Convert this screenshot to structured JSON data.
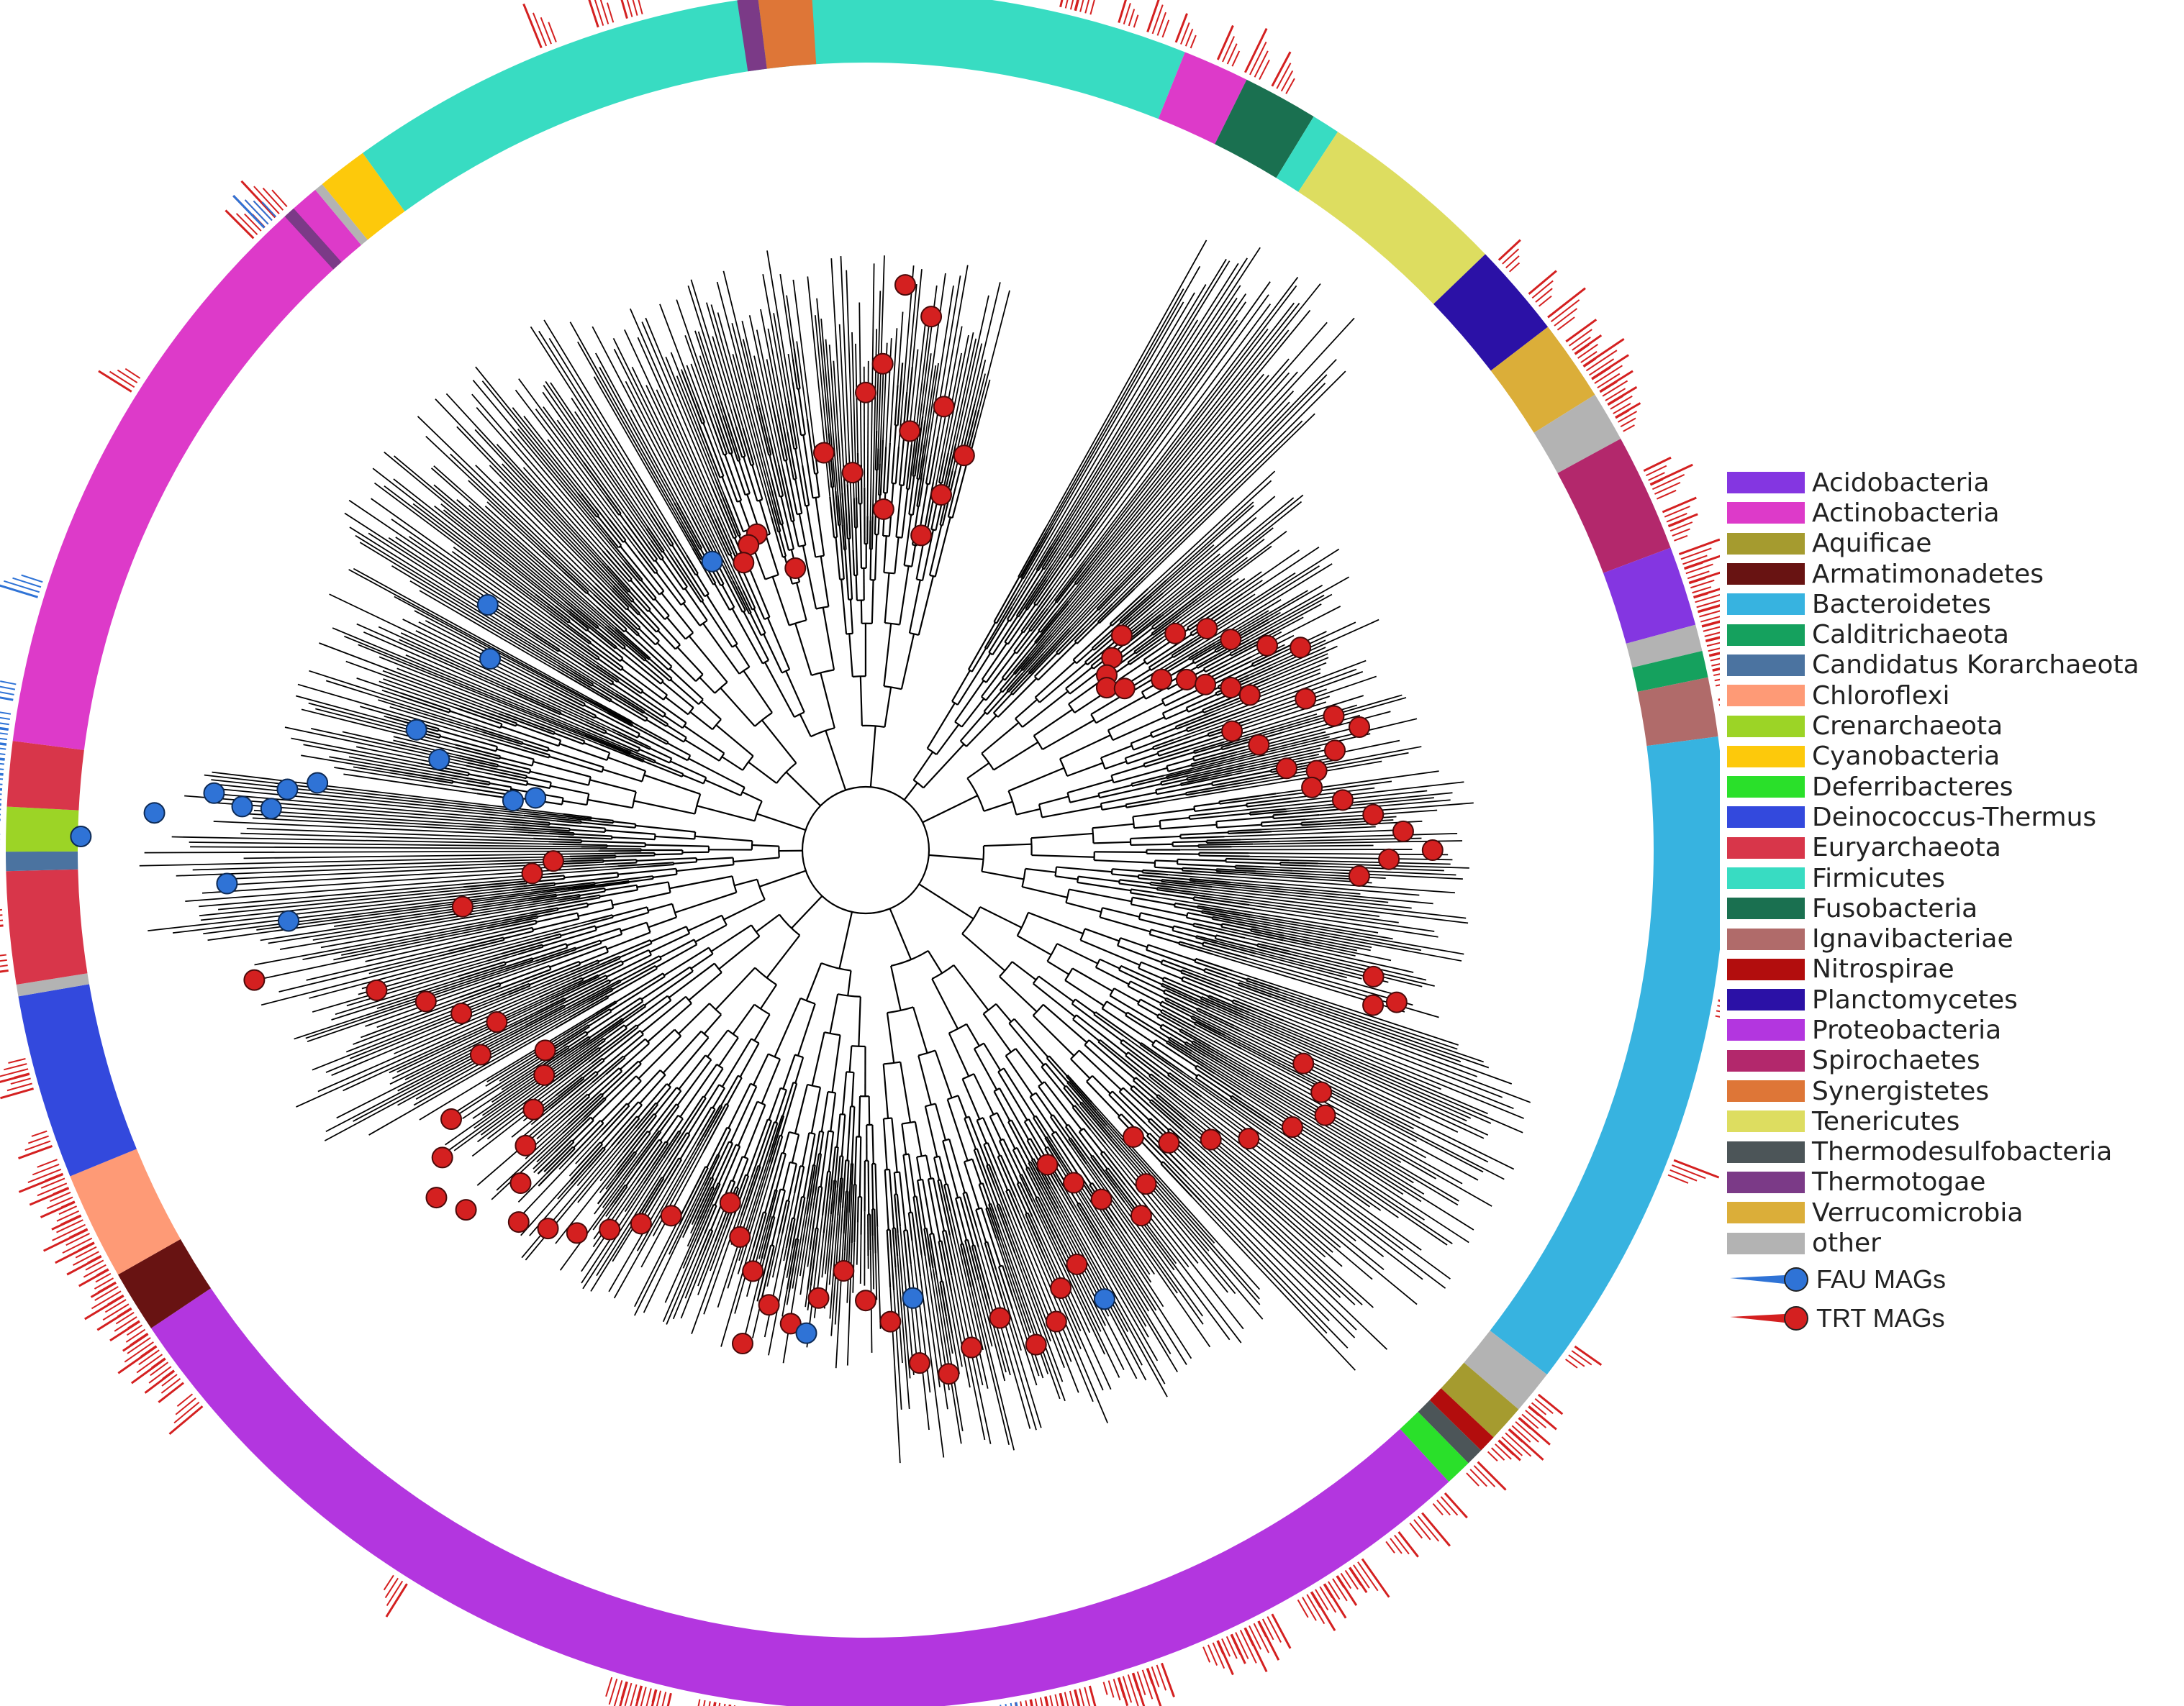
{
  "colors": {
    "fau": "#2f73d6",
    "trt": "#d42020",
    "branch": "#000000"
  },
  "ring": [
    {
      "phylum": "Firmicutes",
      "start": -95.0,
      "end": -68.2,
      "color": "#38dcc2"
    },
    {
      "phylum": "Actinobacteria",
      "start": -68.2,
      "end": -63.7,
      "color": "#dd3ac9"
    },
    {
      "phylum": "Fusobacteria",
      "start": -63.7,
      "end": -58.6,
      "color": "#1a7050"
    },
    {
      "phylum": "Firmicutes",
      "start": -58.6,
      "end": -56.7,
      "color": "#38dcc2"
    },
    {
      "phylum": "Tenericutes",
      "start": -56.7,
      "end": -43.9,
      "color": "#dddd60"
    },
    {
      "phylum": "Planctomycetes",
      "start": -43.9,
      "end": -37.5,
      "color": "#2b11a6"
    },
    {
      "phylum": "Verrucomicrobia",
      "start": -37.5,
      "end": -32.0,
      "color": "#dbae39"
    },
    {
      "phylum": "other",
      "start": -32.0,
      "end": -28.6,
      "color": "#b3b3b3"
    },
    {
      "phylum": "Spirochaetes",
      "start": -28.6,
      "end": -20.6,
      "color": "#b3286c"
    },
    {
      "phylum": "Acidobacteria",
      "start": -20.6,
      "end": -15.2,
      "color": "#8436e1"
    },
    {
      "phylum": "other",
      "start": -15.2,
      "end": -13.4,
      "color": "#b3b3b3"
    },
    {
      "phylum": "Calditrichaeota",
      "start": -13.4,
      "end": -11.6,
      "color": "#15a15e"
    },
    {
      "phylum": "Ignavibacteriae",
      "start": -11.6,
      "end": -7.6,
      "color": "#b06b6a"
    },
    {
      "phylum": "Bacteroidetes",
      "start": -7.6,
      "end": 37.6,
      "color": "#37b3e0"
    },
    {
      "phylum": "other",
      "start": 37.6,
      "end": 40.6,
      "color": "#b3b3b3"
    },
    {
      "phylum": "Aquificae",
      "start": 40.6,
      "end": 43.1,
      "color": "#a59b2f"
    },
    {
      "phylum": "Nitrospirae",
      "start": 43.1,
      "end": 44.3,
      "color": "#b20d0d"
    },
    {
      "phylum": "Thermodesulfobacteria",
      "start": 44.3,
      "end": 45.5,
      "color": "#4c5558"
    },
    {
      "phylum": "Deferribacteres",
      "start": 45.5,
      "end": 47.3,
      "color": "#2ae02a"
    },
    {
      "phylum": "Proteobacteria",
      "start": 47.3,
      "end": 146.2,
      "color": "#b336df"
    },
    {
      "phylum": "Armatimonadetes",
      "start": 146.2,
      "end": 150.4,
      "color": "#681312"
    },
    {
      "phylum": "Chloroflexi",
      "start": 150.4,
      "end": 157.7,
      "color": "#fe9a76"
    },
    {
      "phylum": "Deinococcus-Thermus",
      "start": 157.7,
      "end": 170.2,
      "color": "#3349dd"
    },
    {
      "phylum": "other",
      "start": 170.2,
      "end": 171.0,
      "color": "#b3b3b3"
    },
    {
      "phylum": "Euryarchaeota",
      "start": 171.0,
      "end": 178.6,
      "color": "#d8364a"
    },
    {
      "phylum": "Candidatus Korarchaeota",
      "start": 178.6,
      "end": 179.9,
      "color": "#4b73a0"
    },
    {
      "phylum": "Crenarchaeota",
      "start": 179.9,
      "end": 182.9,
      "color": "#9cd426"
    },
    {
      "phylum": "Euryarchaeota",
      "start": 182.9,
      "end": 187.3,
      "color": "#d8364a"
    },
    {
      "phylum": "Actinobacteria",
      "start": 187.3,
      "end": 230.2,
      "color": "#dd3ac9"
    },
    {
      "phylum": "other",
      "start": 230.2,
      "end": 230.8,
      "color": "#b3b3b3"
    },
    {
      "phylum": "Cyanobacteria",
      "start": 230.8,
      "end": 234.2,
      "color": "#fdc90b"
    },
    {
      "phylum": "Firmicutes",
      "start": 234.2,
      "end": 265.0,
      "color": "#38dcc2"
    },
    {
      "phylum": "Thermotogae",
      "start": 227.5,
      "end": 228.3,
      "color": "#7b3a87"
    },
    {
      "phylum": "Thermotogae",
      "start": 261.4,
      "end": 262.8,
      "color": "#7b3a87"
    },
    {
      "phylum": "Synergistetes",
      "start": 262.8,
      "end": 266.4,
      "color": "#de7637"
    }
  ],
  "legend": [
    {
      "label": "Acidobacteria",
      "color": "#8436e1"
    },
    {
      "label": "Actinobacteria",
      "color": "#dd3ac9"
    },
    {
      "label": "Aquificae",
      "color": "#a59b2f"
    },
    {
      "label": "Armatimonadetes",
      "color": "#681312"
    },
    {
      "label": "Bacteroidetes",
      "color": "#37b3e0"
    },
    {
      "label": "Calditrichaeota",
      "color": "#15a15e"
    },
    {
      "label": "Candidatus Korarchaeota",
      "color": "#4b73a0"
    },
    {
      "label": "Chloroflexi",
      "color": "#fe9a76"
    },
    {
      "label": "Crenarchaeota",
      "color": "#9cd426"
    },
    {
      "label": "Cyanobacteria",
      "color": "#fdc90b"
    },
    {
      "label": "Deferribacteres",
      "color": "#2ae02a"
    },
    {
      "label": "Deinococcus-Thermus",
      "color": "#3349dd"
    },
    {
      "label": "Euryarchaeota",
      "color": "#d8364a"
    },
    {
      "label": "Firmicutes",
      "color": "#38dcc2"
    },
    {
      "label": "Fusobacteria",
      "color": "#1a7050"
    },
    {
      "label": "Ignavibacteriae",
      "color": "#b06b6a"
    },
    {
      "label": "Nitrospirae",
      "color": "#b20d0d"
    },
    {
      "label": "Planctomycetes",
      "color": "#2b11a6"
    },
    {
      "label": "Proteobacteria",
      "color": "#b336df"
    },
    {
      "label": "Spirochaetes",
      "color": "#b3286c"
    },
    {
      "label": "Synergistetes",
      "color": "#de7637"
    },
    {
      "label": "Tenericutes",
      "color": "#dddd60"
    },
    {
      "label": "Thermodesulfobacteria",
      "color": "#4c5558"
    },
    {
      "label": "Thermotogae",
      "color": "#7b3a87"
    },
    {
      "label": "Verrucomicrobia",
      "color": "#dbae39"
    },
    {
      "label": "other",
      "color": "#b3b3b3"
    }
  ],
  "mag_legend": [
    {
      "label": "FAU MAGs",
      "color": "#2f73d6"
    },
    {
      "label": "TRT MAGs",
      "color": "#d42020"
    }
  ],
  "clades": [
    {
      "name": "tenericutes-spike",
      "start": -61,
      "end": -44,
      "depth": 1.0
    },
    {
      "name": "firmicutes-fan",
      "start": -96,
      "end": -75,
      "depth": 0.82
    },
    {
      "name": "firmicutes-fan-2",
      "start": -120,
      "end": -97,
      "depth": 0.84
    },
    {
      "name": "actino-upper",
      "start": -150,
      "end": -121,
      "depth": 0.86
    },
    {
      "name": "actino-lower",
      "start": -172,
      "end": -151,
      "depth": 0.82
    },
    {
      "name": "archaea",
      "start": -188,
      "end": -173,
      "depth": 1.0
    },
    {
      "name": "chloroflexi-etc",
      "start": 150,
      "end": 172,
      "depth": 0.86
    },
    {
      "name": "proteo-left",
      "start": 118,
      "end": 149,
      "depth": 0.74
    },
    {
      "name": "proteo-mid",
      "start": 88,
      "end": 117,
      "depth": 0.72
    },
    {
      "name": "proteo-right",
      "start": 48,
      "end": 87,
      "depth": 0.86
    },
    {
      "name": "bacteroid-lower",
      "start": 18,
      "end": 47,
      "depth": 1.0
    },
    {
      "name": "bacteroid-mid",
      "start": -8,
      "end": 17,
      "depth": 0.84
    },
    {
      "name": "planctomyc-etc",
      "start": -43,
      "end": -9,
      "depth": 0.78
    }
  ],
  "trt_ticks": [
    -82,
    -81,
    -77,
    -76,
    -73,
    -71,
    -69,
    -66,
    -64,
    -62,
    -43,
    -40,
    -38,
    -36,
    -35,
    -34,
    -33,
    -32,
    -31,
    -30,
    -26,
    -25,
    -23,
    -22,
    -20,
    -19,
    -18,
    -17,
    -16,
    -15,
    -14,
    -13,
    -12,
    -10,
    -9,
    -8,
    -7,
    2,
    8,
    10,
    21,
    35,
    39,
    40,
    41,
    42,
    43,
    45,
    48,
    50,
    52,
    55,
    56,
    57,
    58,
    59,
    62,
    63,
    64,
    65,
    66,
    70,
    71,
    72,
    73,
    75,
    76,
    77,
    78,
    79,
    82,
    84,
    86,
    88,
    93,
    94,
    95,
    97,
    98,
    99,
    100,
    103,
    104,
    105,
    106,
    122,
    140,
    142,
    143,
    144,
    145,
    146,
    147,
    148,
    149,
    150,
    151,
    152,
    153,
    154,
    155,
    156,
    157,
    158,
    160,
    164,
    165,
    172,
    175,
    212,
    225,
    226,
    227,
    248,
    252,
    254
  ],
  "fau_ticks": [
    80,
    96,
    97,
    180,
    182,
    183,
    184,
    185,
    186,
    187,
    188,
    190,
    197,
    226
  ],
  "trt_tips": [
    {
      "a": -86,
      "r": 0.78
    },
    {
      "a": -83,
      "r": 0.74
    },
    {
      "a": -88,
      "r": 0.67
    },
    {
      "a": -80,
      "r": 0.62
    },
    {
      "a": -84,
      "r": 0.58
    },
    {
      "a": -90,
      "r": 0.63
    },
    {
      "a": -76,
      "r": 0.56
    },
    {
      "a": -92,
      "r": 0.52
    },
    {
      "a": -78,
      "r": 0.5
    },
    {
      "a": -87,
      "r": 0.47
    },
    {
      "a": -80,
      "r": 0.44
    },
    {
      "a": -104,
      "r": 0.4
    },
    {
      "a": -96,
      "r": 0.55
    },
    {
      "a": -109,
      "r": 0.46
    },
    {
      "a": -111,
      "r": 0.45
    },
    {
      "a": -113,
      "r": 0.43
    },
    {
      "a": -40,
      "r": 0.46
    },
    {
      "a": -38,
      "r": 0.43
    },
    {
      "a": -36,
      "r": 0.41
    },
    {
      "a": -34,
      "r": 0.4
    },
    {
      "a": -32,
      "r": 0.42
    },
    {
      "a": -30,
      "r": 0.47
    },
    {
      "a": -28,
      "r": 0.5
    },
    {
      "a": -26,
      "r": 0.52
    },
    {
      "a": -24,
      "r": 0.55
    },
    {
      "a": -22,
      "r": 0.57
    },
    {
      "a": -35,
      "r": 0.52
    },
    {
      "a": -33,
      "r": 0.56
    },
    {
      "a": -30,
      "r": 0.58
    },
    {
      "a": -27,
      "r": 0.62
    },
    {
      "a": -25,
      "r": 0.66
    },
    {
      "a": -19,
      "r": 0.64
    },
    {
      "a": -16,
      "r": 0.67
    },
    {
      "a": -14,
      "r": 0.7
    },
    {
      "a": -12,
      "r": 0.66
    },
    {
      "a": -10,
      "r": 0.63
    },
    {
      "a": -18,
      "r": 0.53
    },
    {
      "a": -15,
      "r": 0.56
    },
    {
      "a": -11,
      "r": 0.59
    },
    {
      "a": -8,
      "r": 0.62
    },
    {
      "a": -6,
      "r": 0.66
    },
    {
      "a": -4,
      "r": 0.7
    },
    {
      "a": -2,
      "r": 0.74
    },
    {
      "a": 0,
      "r": 0.78
    },
    {
      "a": 1,
      "r": 0.72
    },
    {
      "a": 3,
      "r": 0.68
    },
    {
      "a": 14,
      "r": 0.72
    },
    {
      "a": 16,
      "r": 0.76
    },
    {
      "a": 17,
      "r": 0.73
    },
    {
      "a": 26,
      "r": 0.67
    },
    {
      "a": 28,
      "r": 0.71
    },
    {
      "a": 30,
      "r": 0.73
    },
    {
      "a": 33,
      "r": 0.7
    },
    {
      "a": 37,
      "r": 0.66
    },
    {
      "a": 40,
      "r": 0.62
    },
    {
      "a": 44,
      "r": 0.58
    },
    {
      "a": 47,
      "r": 0.54
    },
    {
      "a": 50,
      "r": 0.6
    },
    {
      "a": 53,
      "r": 0.63
    },
    {
      "a": 56,
      "r": 0.58
    },
    {
      "a": 58,
      "r": 0.54
    },
    {
      "a": 60,
      "r": 0.5
    },
    {
      "a": 63,
      "r": 0.64
    },
    {
      "a": 66,
      "r": 0.66
    },
    {
      "a": 68,
      "r": 0.7
    },
    {
      "a": 71,
      "r": 0.72
    },
    {
      "a": 74,
      "r": 0.67
    },
    {
      "a": 78,
      "r": 0.7
    },
    {
      "a": 81,
      "r": 0.73
    },
    {
      "a": 84,
      "r": 0.71
    },
    {
      "a": 87,
      "r": 0.65
    },
    {
      "a": 90,
      "r": 0.62
    },
    {
      "a": 93,
      "r": 0.58
    },
    {
      "a": 96,
      "r": 0.62
    },
    {
      "a": 99,
      "r": 0.66
    },
    {
      "a": 102,
      "r": 0.64
    },
    {
      "a": 105,
      "r": 0.6
    },
    {
      "a": 108,
      "r": 0.56
    },
    {
      "a": 111,
      "r": 0.52
    },
    {
      "a": 104,
      "r": 0.7
    },
    {
      "a": 118,
      "r": 0.57
    },
    {
      "a": 121,
      "r": 0.6
    },
    {
      "a": 124,
      "r": 0.63
    },
    {
      "a": 127,
      "r": 0.66
    },
    {
      "a": 130,
      "r": 0.68
    },
    {
      "a": 133,
      "r": 0.7
    },
    {
      "a": 136,
      "r": 0.66
    },
    {
      "a": 139,
      "r": 0.62
    },
    {
      "a": 142,
      "r": 0.58
    },
    {
      "a": 145,
      "r": 0.54
    },
    {
      "a": 148,
      "r": 0.52
    },
    {
      "a": 138,
      "r": 0.74
    },
    {
      "a": 141,
      "r": 0.76
    },
    {
      "a": 144,
      "r": 0.72
    },
    {
      "a": 147,
      "r": 0.68
    },
    {
      "a": 152,
      "r": 0.6
    },
    {
      "a": 155,
      "r": 0.56
    },
    {
      "a": 158,
      "r": 0.6
    },
    {
      "a": 161,
      "r": 0.64
    },
    {
      "a": 164,
      "r": 0.7
    },
    {
      "a": 168,
      "r": 0.86
    },
    {
      "a": 172,
      "r": 0.56
    },
    {
      "a": 176,
      "r": 0.46
    },
    {
      "a": 178,
      "r": 0.43
    }
  ],
  "fau_tips": [
    {
      "a": -118,
      "r": 0.45
    },
    {
      "a": -147,
      "r": 0.62
    },
    {
      "a": -153,
      "r": 0.58
    },
    {
      "a": -165,
      "r": 0.64
    },
    {
      "a": -168,
      "r": 0.6
    },
    {
      "a": -172,
      "r": 0.49
    },
    {
      "a": -171,
      "r": 0.46
    },
    {
      "a": -179,
      "r": 1.08
    },
    {
      "a": -177,
      "r": 0.98
    },
    {
      "a": -175,
      "r": 0.9
    },
    {
      "a": -176,
      "r": 0.86
    },
    {
      "a": -174,
      "r": 0.8
    },
    {
      "a": -173,
      "r": 0.76
    },
    {
      "a": -176,
      "r": 0.82
    },
    {
      "a": -183,
      "r": 0.88
    },
    {
      "a": -187,
      "r": 0.8
    },
    {
      "a": 62,
      "r": 0.7
    },
    {
      "a": 84,
      "r": 0.62
    },
    {
      "a": 97,
      "r": 0.67
    }
  ]
}
